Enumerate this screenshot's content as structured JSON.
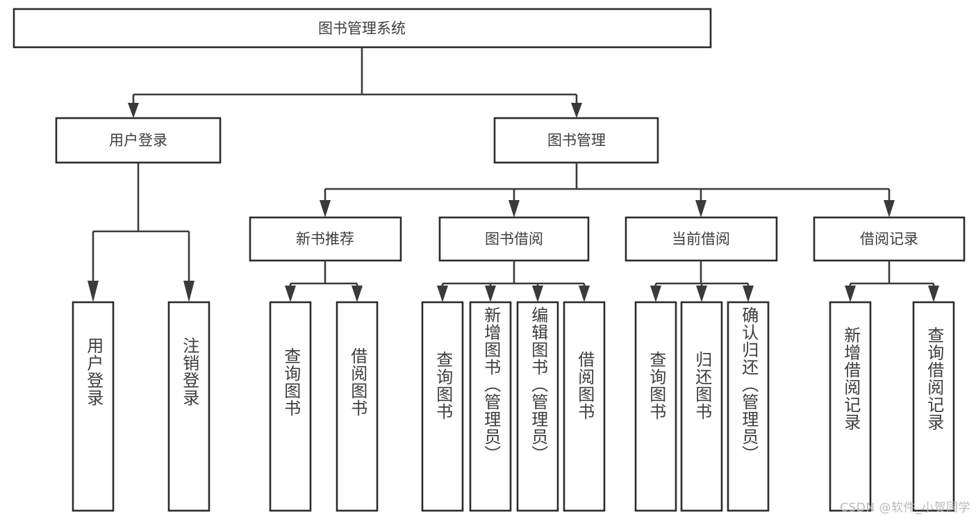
{
  "diagram": {
    "type": "tree-hierarchy",
    "title": "图书管理系统",
    "watermark": "CSDN @软件_小贺同学",
    "colors": {
      "box_stroke": "#2b2b2b",
      "connector": "#3a3a3a",
      "text": "#3d3d3d",
      "background": "#ffffff",
      "watermark": "#b9b9b9"
    },
    "root": {
      "label": "图书管理系统"
    },
    "level1": [
      {
        "label": "用户登录"
      },
      {
        "label": "图书管理"
      }
    ],
    "level2": [
      {
        "label": "新书推荐"
      },
      {
        "label": "图书借阅"
      },
      {
        "label": "当前借阅"
      },
      {
        "label": "借阅记录"
      }
    ],
    "leaves": {
      "user_login": [
        {
          "label": "用户登录"
        },
        {
          "label": "注销登录"
        }
      ],
      "new_book_recommend": [
        {
          "label": "查询图书"
        },
        {
          "label": "借阅图书"
        }
      ],
      "book_borrow": [
        {
          "label": "查询图书"
        },
        {
          "label": "新增图书（管理员）"
        },
        {
          "label": "编辑图书（管理员）"
        },
        {
          "label": "借阅图书"
        }
      ],
      "current_borrow": [
        {
          "label": "查询图书"
        },
        {
          "label": "归还图书"
        },
        {
          "label": "确认归还（管理员）"
        }
      ],
      "borrow_records": [
        {
          "label": "新增借阅记录"
        },
        {
          "label": "查询借阅记录"
        }
      ]
    }
  }
}
